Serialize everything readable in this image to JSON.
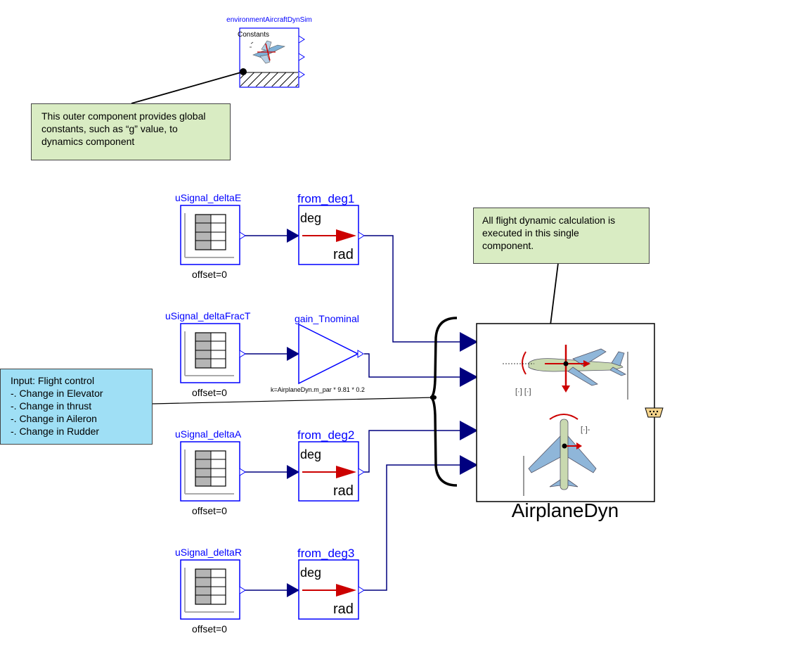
{
  "colors": {
    "connection": "#00007f",
    "block_border": "#0000ff",
    "title_text": "#0000ff",
    "arrow_red": "#cc0000",
    "note_green": "#d9ecc3",
    "note_blue": "#9fdff5"
  },
  "environment": {
    "title": "environmentAircraftDynSim",
    "label": "Constants",
    "icon": "airplane-icon"
  },
  "notes": {
    "environment": {
      "lines": [
        "This outer component provides global",
        "constants, such as “g” value, to",
        "dynamics component"
      ]
    },
    "airplane": {
      "lines": [
        "All flight dynamic calculation is",
        "executed in this single",
        "component."
      ]
    },
    "input": {
      "lines": [
        "Input: Flight control",
        "-. Change in Elevator",
        "-. Change in thrust",
        "-. Change in Aileron",
        "-. Change in Rudder"
      ]
    }
  },
  "signals": [
    {
      "name": "uSignal_deltaE",
      "param": "offset=0"
    },
    {
      "name": "uSignal_deltaFracT",
      "param": "offset=0"
    },
    {
      "name": "uSignal_deltaA",
      "param": "offset=0"
    },
    {
      "name": "uSignal_deltaR",
      "param": "offset=0"
    }
  ],
  "converters": [
    {
      "name": "from_deg1",
      "in_unit": "deg",
      "out_unit": "rad"
    },
    {
      "name": "from_deg2",
      "in_unit": "deg",
      "out_unit": "rad"
    },
    {
      "name": "from_deg3",
      "in_unit": "deg",
      "out_unit": "rad"
    }
  ],
  "gain": {
    "name": "gain_Tnominal",
    "param": "k=AirplaneDyn.m_par * 9.81 * 0.2"
  },
  "airplane": {
    "name": "AirplaneDyn"
  }
}
